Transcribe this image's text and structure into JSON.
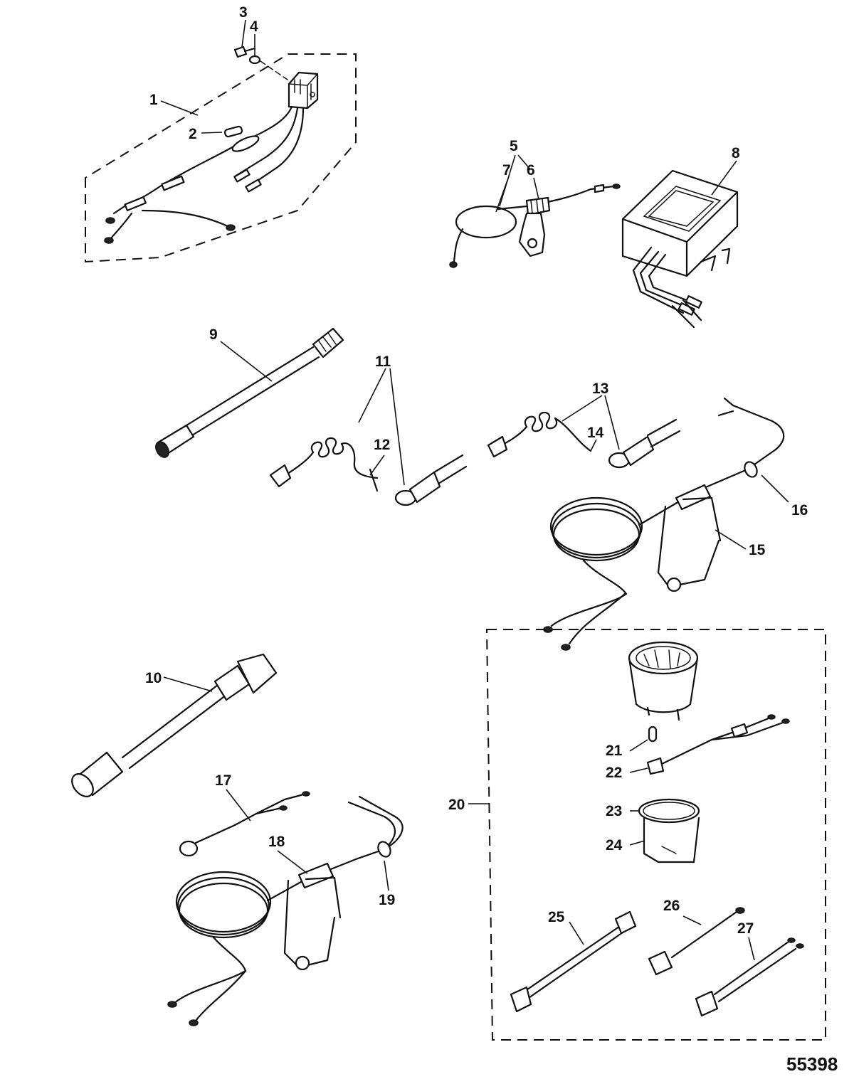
{
  "figure_number": "55398",
  "callouts": [
    {
      "id": "c1",
      "text": "1"
    },
    {
      "id": "c2",
      "text": "2"
    },
    {
      "id": "c3",
      "text": "3"
    },
    {
      "id": "c4",
      "text": "4"
    },
    {
      "id": "c5",
      "text": "5"
    },
    {
      "id": "c6",
      "text": "6"
    },
    {
      "id": "c7",
      "text": "7"
    },
    {
      "id": "c8",
      "text": "8"
    },
    {
      "id": "c9",
      "text": "9"
    },
    {
      "id": "c10",
      "text": "10"
    },
    {
      "id": "c11",
      "text": "11"
    },
    {
      "id": "c12",
      "text": "12"
    },
    {
      "id": "c13",
      "text": "13"
    },
    {
      "id": "c14",
      "text": "14"
    },
    {
      "id": "c15",
      "text": "15"
    },
    {
      "id": "c16",
      "text": "16"
    },
    {
      "id": "c17",
      "text": "17"
    },
    {
      "id": "c18",
      "text": "18"
    },
    {
      "id": "c19",
      "text": "19"
    },
    {
      "id": "c20",
      "text": "20"
    },
    {
      "id": "c21",
      "text": "21"
    },
    {
      "id": "c22",
      "text": "22"
    },
    {
      "id": "c23",
      "text": "23"
    },
    {
      "id": "c24",
      "text": "24"
    },
    {
      "id": "c25",
      "text": "25"
    },
    {
      "id": "c26",
      "text": "26"
    },
    {
      "id": "c27",
      "text": "27"
    }
  ]
}
